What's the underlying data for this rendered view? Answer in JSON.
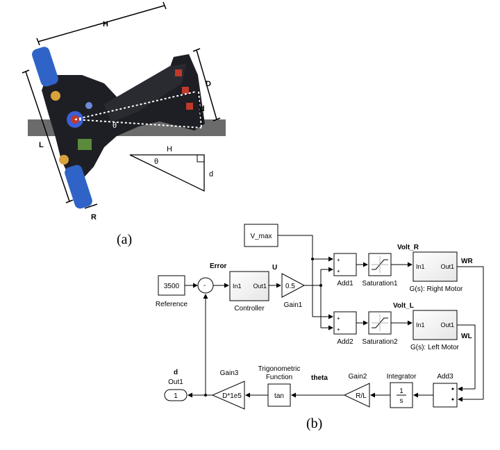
{
  "panel_a": {
    "caption": "(a)",
    "dims": {
      "H": "H",
      "D": "D",
      "d": "d",
      "L": "L",
      "R": "R",
      "theta": "θ"
    },
    "triangle": {
      "H": "H",
      "d": "d",
      "theta": "θ"
    }
  },
  "panel_b": {
    "caption": "(b)",
    "blocks": {
      "vmax": "V_max",
      "reference_value": "3500",
      "reference_label": "Reference",
      "controller_in": "In1",
      "controller_out": "Out1",
      "controller_label": "Controller",
      "gain1_value": "0.5",
      "gain1_label": "Gain1",
      "add1_label": "Add1",
      "add2_label": "Add2",
      "sat1_label": "Saturation1",
      "sat2_label": "Saturation2",
      "right_motor_in": "In1",
      "right_motor_out": "Out1",
      "right_motor_label": "G(s): Right Motor",
      "left_motor_in": "In1",
      "left_motor_out": "Out1",
      "left_motor_label": "G(s): Left Motor",
      "add3_label": "Add3",
      "integrator_num": "1",
      "integrator_den": "s",
      "integrator_label": "Integrator",
      "gain2_value": "R/L",
      "gain2_label": "Gain2",
      "trig_value": "tan",
      "trig_label_1": "Trigonometric",
      "trig_label_2": "Function",
      "gain3_value": "D*1e5",
      "gain3_label": "Gain3",
      "out_value": "1",
      "out_label": "Out1"
    },
    "signals": {
      "error": "Error",
      "u": "U",
      "volt_r": "Volt_R",
      "volt_l": "Volt_L",
      "wr": "WR",
      "wl": "WL",
      "theta": "theta",
      "d": "d"
    },
    "signs": {
      "sum_minus": "-",
      "add_plus": "+"
    }
  }
}
